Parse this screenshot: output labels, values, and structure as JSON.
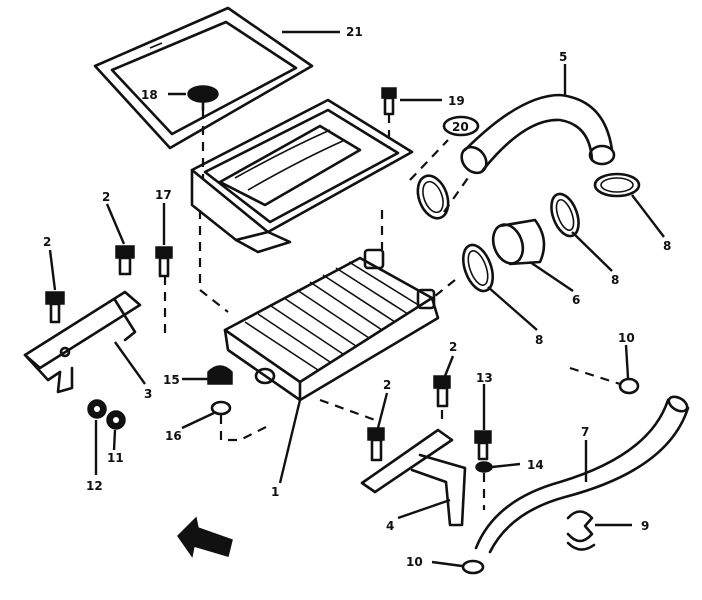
{
  "callouts": {
    "c21": "21",
    "c18a": "18",
    "c19": "19",
    "c20": "20",
    "c5": "5",
    "c17": "17",
    "c2a": "2",
    "c2b": "2",
    "c8a": "8",
    "c8b": "8",
    "c8c": "8",
    "c6": "6",
    "c3": "3",
    "c10a": "10",
    "c15": "15",
    "c16": "16",
    "c2c": "2",
    "c2d": "2",
    "c13": "13",
    "c7": "7",
    "c12": "12",
    "c11": "11",
    "c1": "1",
    "c14": "14",
    "c4": "4",
    "c9": "9",
    "c10b": "10"
  },
  "icons": {
    "front_arrow": "front-direction-arrow-icon"
  }
}
